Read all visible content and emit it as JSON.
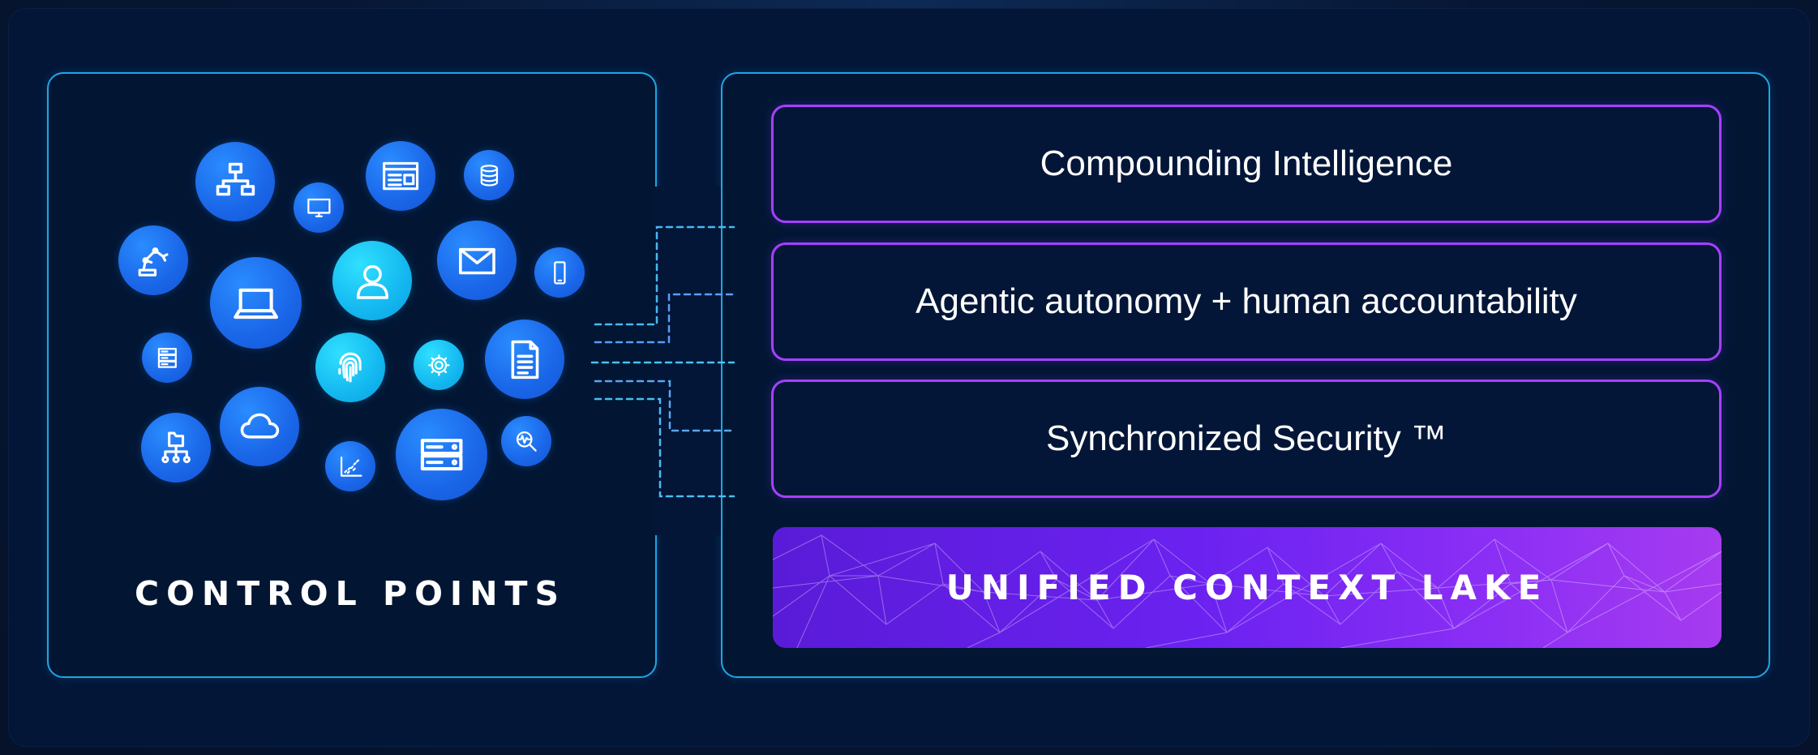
{
  "left_panel": {
    "title": "CONTROL POINTS",
    "icons": [
      "network-hierarchy-icon",
      "monitor-icon",
      "browser-window-icon",
      "database-icon",
      "robot-arm-icon",
      "laptop-icon",
      "user-icon",
      "mail-icon",
      "mobile-phone-icon",
      "server-icon",
      "fingerprint-icon",
      "gear-icon",
      "document-icon",
      "folder-network-icon",
      "cloud-icon",
      "scatter-chart-icon",
      "server-rack-icon",
      "search-analytics-icon"
    ]
  },
  "right_panel": {
    "tiers": [
      {
        "label": "Compounding Intelligence"
      },
      {
        "label": "Agentic autonomy + human accountability"
      },
      {
        "label": "Synchronized Security ™"
      }
    ],
    "foundation": {
      "label": "UNIFIED CONTEXT LAKE"
    }
  },
  "colors": {
    "background": "#031638",
    "panel_border": "#1ea7e6",
    "tier_border": "#a640ff",
    "bubble_blue": "#1a66e8",
    "bubble_cyan": "#14b8f0",
    "lake_gradient_start": "#5a1bd8",
    "lake_gradient_end": "#a63bf0",
    "connector": "#3fc7f0"
  }
}
